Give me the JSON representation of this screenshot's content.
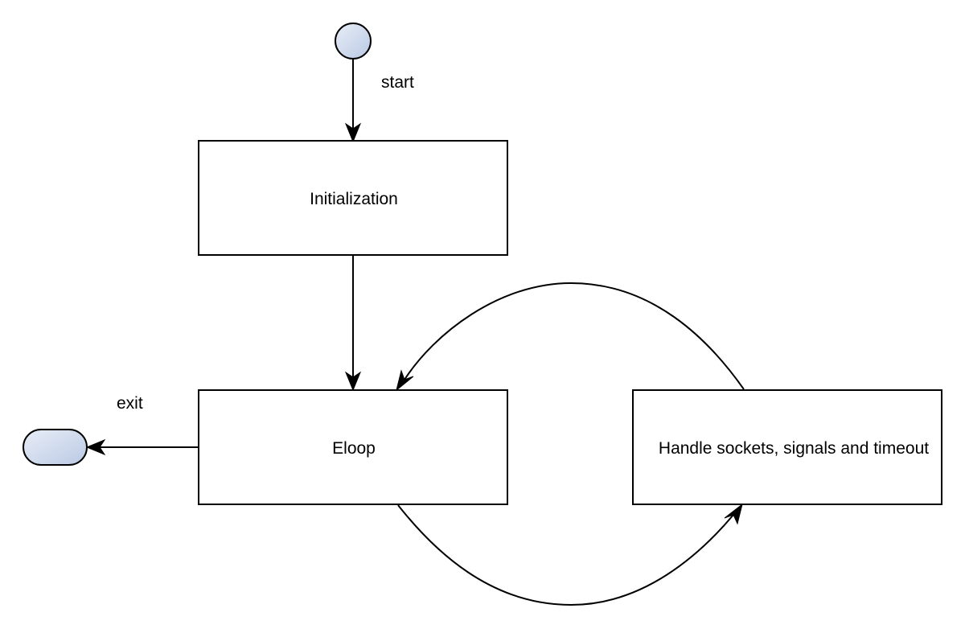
{
  "diagram": {
    "nodes": {
      "start_node": {
        "shape": "circle"
      },
      "initialization": {
        "label": "Initialization"
      },
      "eloop": {
        "label": "Eloop"
      },
      "handler": {
        "label": "Handle sockets, signals and timeout"
      },
      "exit_node": {
        "shape": "rounded-terminal"
      }
    },
    "edges": {
      "start": {
        "label": "start",
        "from": "start_node",
        "to": "initialization"
      },
      "init_to_eloop": {
        "from": "initialization",
        "to": "eloop"
      },
      "exit": {
        "label": "exit",
        "from": "eloop",
        "to": "exit_node"
      },
      "eloop_to_handler": {
        "from": "eloop",
        "to": "handler"
      },
      "handler_to_eloop": {
        "from": "handler",
        "to": "eloop"
      }
    },
    "colors": {
      "terminal_fill_top": "#e9eef7",
      "terminal_fill_bottom": "#b9c9e4",
      "stroke": "#000000",
      "background": "#ffffff"
    }
  }
}
